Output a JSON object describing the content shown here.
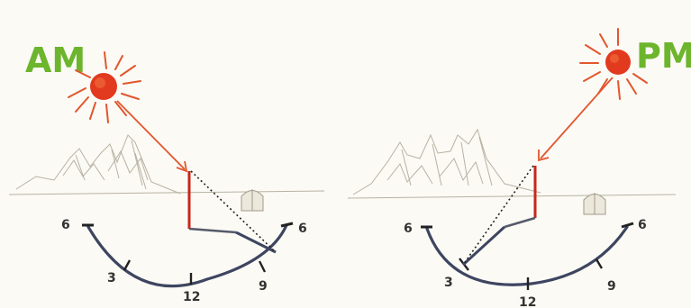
{
  "panels": {
    "am": {
      "label": "AM",
      "hours": [
        "6",
        "3",
        "12",
        "9",
        "6"
      ]
    },
    "pm": {
      "label": "PM",
      "hours": [
        "6",
        "3",
        "12",
        "9",
        "6"
      ]
    }
  },
  "colors": {
    "label": "#6cb52d",
    "sun": "#e23a1f",
    "ray": "#e2562d",
    "gnomon": "#c8271c",
    "dial": "#3d4560",
    "sketch": "#b8b2a2"
  }
}
